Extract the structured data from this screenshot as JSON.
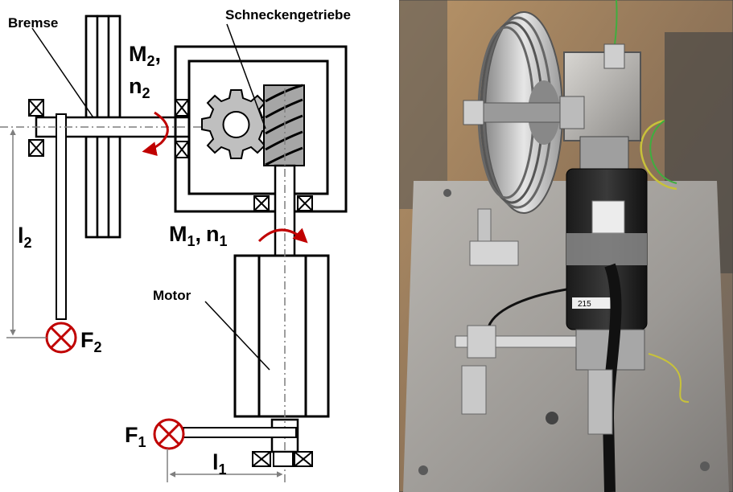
{
  "diagram": {
    "labels": {
      "brake": "Bremse",
      "worm_gear": "Schneckengetriebe",
      "motor": "Motor",
      "output_torque": "M",
      "output_torque_sub": "2",
      "output_torque_sep": ",",
      "output_speed": "n",
      "output_speed_sub": "2",
      "input_torque": "M",
      "input_torque_sub": "1",
      "input_torque_sep": ",",
      "input_speed": "n",
      "input_speed_sub": "1",
      "force_1": "F",
      "force_1_sub": "1",
      "force_2": "F",
      "force_2_sub": "2",
      "lever_1": "l",
      "lever_1_sub": "1",
      "lever_2": "l",
      "lever_2_sub": "2"
    }
  },
  "photo": {
    "description_icon": "test-bench-photo",
    "motor_label_number": "215"
  },
  "colors": {
    "arrow_red": "#c00000",
    "gear_gray": "#bfbfbf",
    "worm_gray": "#a6a6a6",
    "line_black": "#000000",
    "axis_gray": "#7f7f7f"
  }
}
